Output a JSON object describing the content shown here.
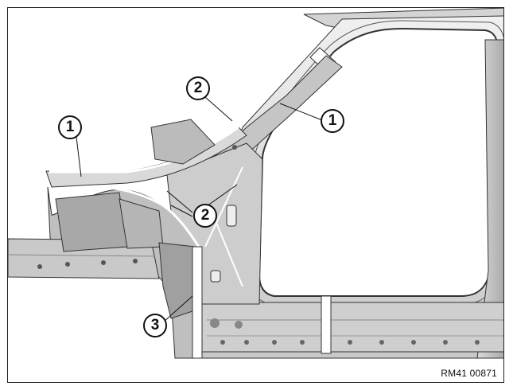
{
  "callouts": {
    "c1_left": "1",
    "c2_top": "2",
    "c1_right": "1",
    "c2_mid": "2",
    "c3": "3"
  },
  "reference_code": "RM41 00871",
  "colors": {
    "metal_light": "#e6e6e6",
    "metal_mid": "#bdbdbd",
    "metal_dark": "#7a7a7a",
    "outline": "#333333",
    "highlight_white": "#ffffff"
  }
}
